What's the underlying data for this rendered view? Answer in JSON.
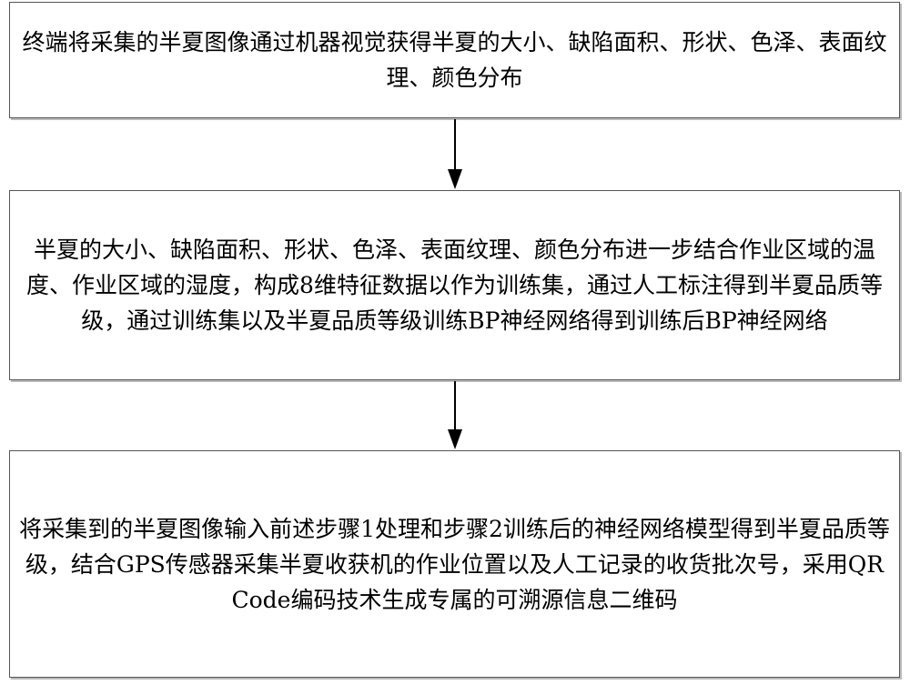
{
  "steps": [
    {
      "text": "终端将采集的半夏图像通过机器视觉获得半夏的大小、缺陷面积、形状、色泽、表面纹理、颜色分布"
    },
    {
      "text": "半夏的大小、缺陷面积、形状、色泽、表面纹理、颜色分布进一步结合作业区域的温度、作业区域的湿度，构成8维特征数据以作为训练集，通过人工标注得到半夏品质等级，通过训练集以及半夏品质等级训练BP神经网络得到训练后BP神经网络"
    },
    {
      "text": "将采集到的半夏图像输入前述步骤1处理和步骤2训练后的神经网络模型得到半夏品质等级，结合GPS传感器采集半夏收获机的作业位置以及人工记录的收货批次号，采用QR Code编码技术生成专属的可溯源信息二维码"
    }
  ]
}
